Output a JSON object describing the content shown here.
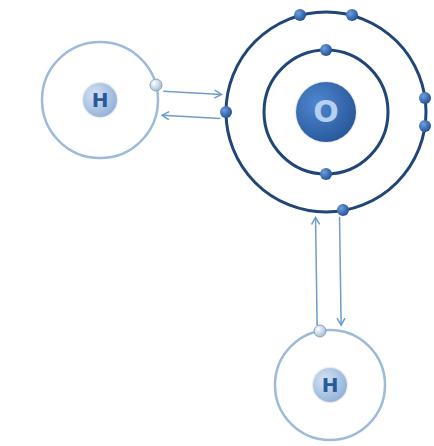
{
  "diagram": {
    "nodes": [
      {
        "text": [
          "H"
        ]
      },
      {
        "text": [
          "O"
        ]
      },
      {
        "text": [
          "H"
        ]
      }
    ],
    "edges": [
      {
        "from": 0,
        "to": 1,
        "arrow": "to"
      },
      {
        "from": 1,
        "to": 0,
        "arrow": "to"
      },
      {
        "from": 2,
        "to": 1,
        "arrow": "to"
      },
      {
        "from": 1,
        "to": 2,
        "arrow": "to"
      }
    ]
  }
}
